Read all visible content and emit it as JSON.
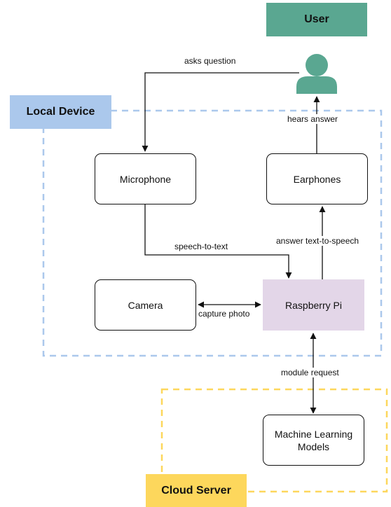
{
  "colors": {
    "user_fill": "#5aa791",
    "local_device_border": "#abc8ec",
    "local_device_label_fill": "#abc8ec",
    "cloud_server_border": "#fdd75c",
    "cloud_server_label_fill": "#fdd75c",
    "raspberry_pi_fill": "#e3d6e8",
    "arrow": "#111111"
  },
  "icons": {
    "user": "person-icon"
  },
  "groups": {
    "local_device": {
      "label": "Local Device"
    },
    "cloud_server": {
      "label": "Cloud Server"
    }
  },
  "nodes": {
    "user": "User",
    "microphone": "Microphone",
    "earphones": "Earphones",
    "camera": "Camera",
    "raspberry_pi": "Raspberry Pi",
    "ml_models_line1": "Machine Learning",
    "ml_models_line2": "Models"
  },
  "edges": {
    "asks_question": "asks question",
    "hears_answer": "hears answer",
    "speech_to_text": "speech-to-text",
    "answer_tts": "answer text-to-speech",
    "capture_photo": "capture photo",
    "module_request": "module request"
  }
}
